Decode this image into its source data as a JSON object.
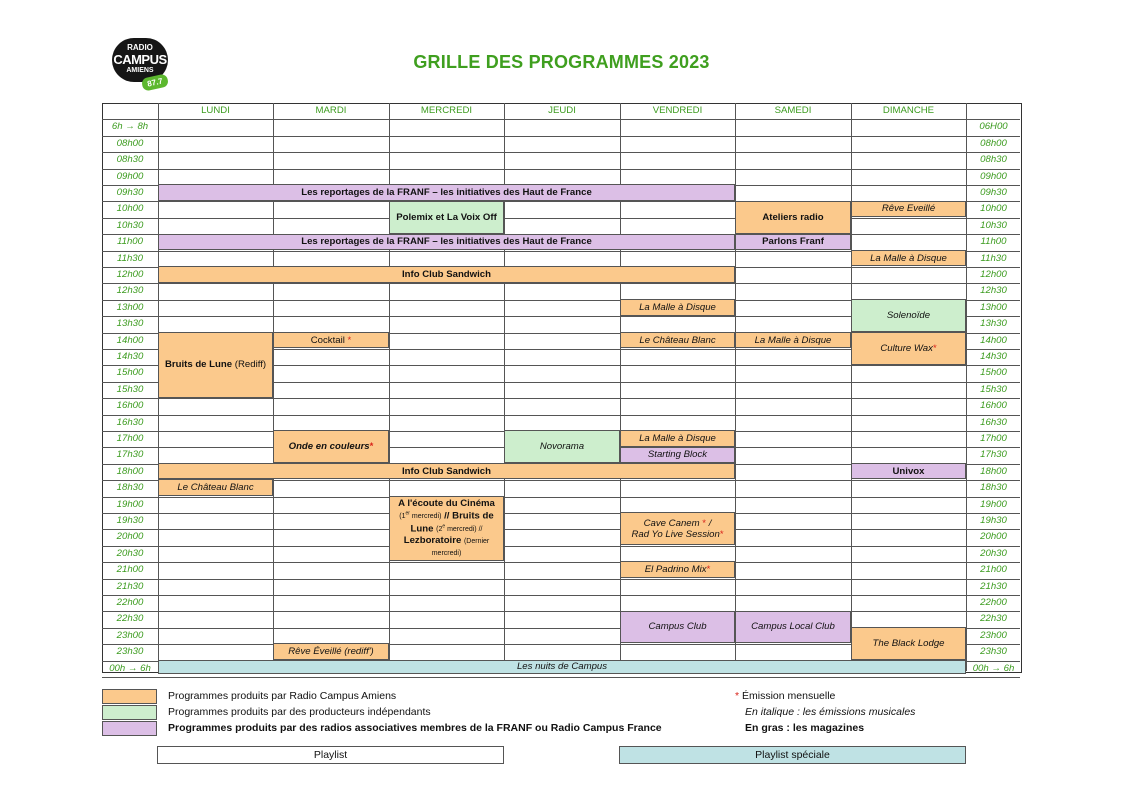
{
  "logo": {
    "line1": "RADIO",
    "line2": "CAMPUS",
    "line3": "AMIENS",
    "freq": "87.7 FM"
  },
  "title": "GRILLE DES PROGRAMMES 2023",
  "days": [
    "LUNDI",
    "MARDI",
    "MERCREDI",
    "JEUDI",
    "VENDREDI",
    "SAMEDI",
    "DIMANCHE"
  ],
  "times_left": [
    "6h → 8h",
    "08h00",
    "08h30",
    "09h00",
    "09h30",
    "10h00",
    "10h30",
    "11h00",
    "11h30",
    "12h00",
    "12h30",
    "13h00",
    "13h30",
    "14h00",
    "14h30",
    "15h00",
    "15h30",
    "16h00",
    "16h30",
    "17h00",
    "17h30",
    "18h00",
    "18h30",
    "19h00",
    "19h30",
    "20h00",
    "20h30",
    "21h00",
    "21h30",
    "22h00",
    "22h30",
    "23h00",
    "23h30",
    "00h → 6h"
  ],
  "times_right": [
    "06H00",
    "08h00",
    "08h30",
    "09h00",
    "09h30",
    "10h00",
    "10h30",
    "11h00",
    "11h30",
    "12h00",
    "12h30",
    "13h00",
    "13h30",
    "14h00",
    "14h30",
    "15h00",
    "15h30",
    "16h00",
    "16h30",
    "17h00",
    "17h30",
    "18h00",
    "18h30",
    "19h00",
    "19h30",
    "20h00",
    "20h30",
    "21h00",
    "21h30",
    "22h00",
    "22h30",
    "23h00",
    "23h30",
    "00h → 6h"
  ],
  "programs": {
    "reportages": "Les reportages de la FRANF – les initiatives des Haut de France",
    "polemix": "Polemix et La Voix Off",
    "ateliers": "Ateliers radio",
    "reve": "Rêve Eveillé",
    "parlons": "Parlons Franf",
    "malle": "La Malle à Disque",
    "info_club": "Info Club Sandwich",
    "solenoide": "Solenoïde",
    "bruits": "Bruits de Lune",
    "rediff": "(Rediff)",
    "cocktail": "Cocktail",
    "chateau": "Le Château Blanc",
    "culture_wax": "Culture Wax",
    "onde": "Onde en couleurs",
    "novorama": "Novorama",
    "starting": "Starting Block",
    "univox": "Univox",
    "ecoute_a": "A l'écoute du Cinéma",
    "ecoute_b": "(1",
    "ecoute_c": "mercredi)",
    "ecoute_d": "// Bruits de Lune",
    "ecoute_e": "(2",
    "ecoute_f": "mercredi) //",
    "ecoute_g": "Lezboratoire",
    "ecoute_h": "(Dernier mercredi)",
    "ecoute_sup1": "er",
    "ecoute_sup2": "e",
    "cave": "Cave Canem",
    "cave_sep": "/",
    "rad_yo": "Rad Yo Live Session",
    "padrino": "El Padrino Mix",
    "campus_club": "Campus Club",
    "campus_local": "Campus Local Club",
    "black_lodge": "The Black Lodge",
    "reve_rediff": "Rêve Éveillé (rediff')",
    "nuits": "Les nuits de Campus",
    "star": "*"
  },
  "legend": {
    "orange": "Programmes produits par Radio Campus Amiens",
    "green": "Programmes produits par des producteurs indépendants",
    "purple": "Programmes produits par des radios associatives membres de la FRANF ou Radio Campus France",
    "monthly": "Émission mensuelle",
    "italic_note": "En italique : les émissions musicales",
    "bold_note": "En gras : les magazines",
    "playlist": "Playlist",
    "playlist_special": "Playlist spéciale"
  },
  "colors": {
    "orange": "#fbc98c",
    "green": "#cdeecd",
    "purple": "#dcbfe6",
    "blue": "#bfe2e4",
    "title_green": "#3f9f1f",
    "star_red": "#d9241b"
  }
}
